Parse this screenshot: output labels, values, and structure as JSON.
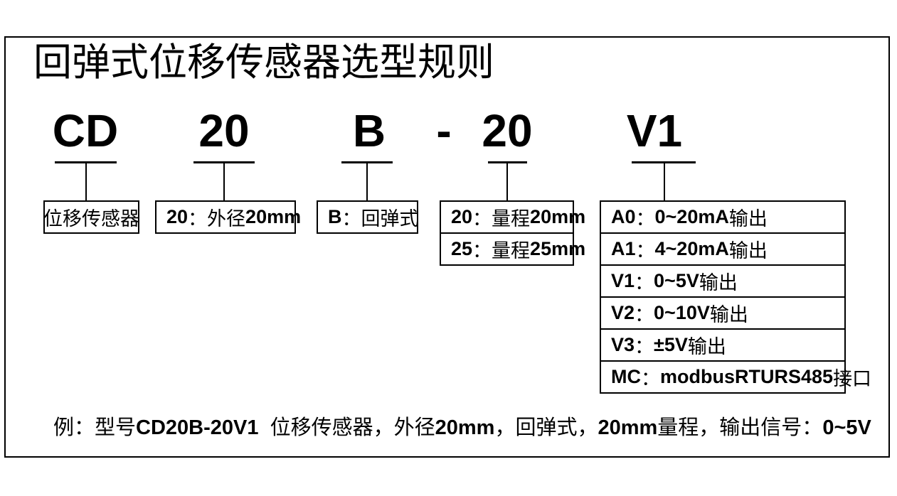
{
  "title": "回弹式位移传感器选型规则",
  "model_code": {
    "prefix": "CD",
    "diameter": "20",
    "type": "B",
    "separator": "-",
    "range": "20",
    "output": "V1"
  },
  "legend": {
    "prefix": {
      "rows": [
        "位移传感器"
      ]
    },
    "diameter": {
      "rows": [
        "20：外径20mm"
      ]
    },
    "type": {
      "rows": [
        "B：回弹式"
      ]
    },
    "range": {
      "rows": [
        "20：量程20mm",
        "25：量程25mm"
      ]
    },
    "output": {
      "rows": [
        "A0：0~20  mA输出",
        "A1：4~20  mA输出",
        "V1：0~5    V输出",
        "V2：0~10  V输出",
        "V3：±5      V输出",
        "MC：modbus RTU RS485接口"
      ]
    }
  },
  "example": "例：型号CD20B-20V1  位移传感器，外径20mm，回弹式，20mm量程，输出信号：0~5V",
  "colors": {
    "ink": "#000000",
    "background": "#ffffff"
  }
}
